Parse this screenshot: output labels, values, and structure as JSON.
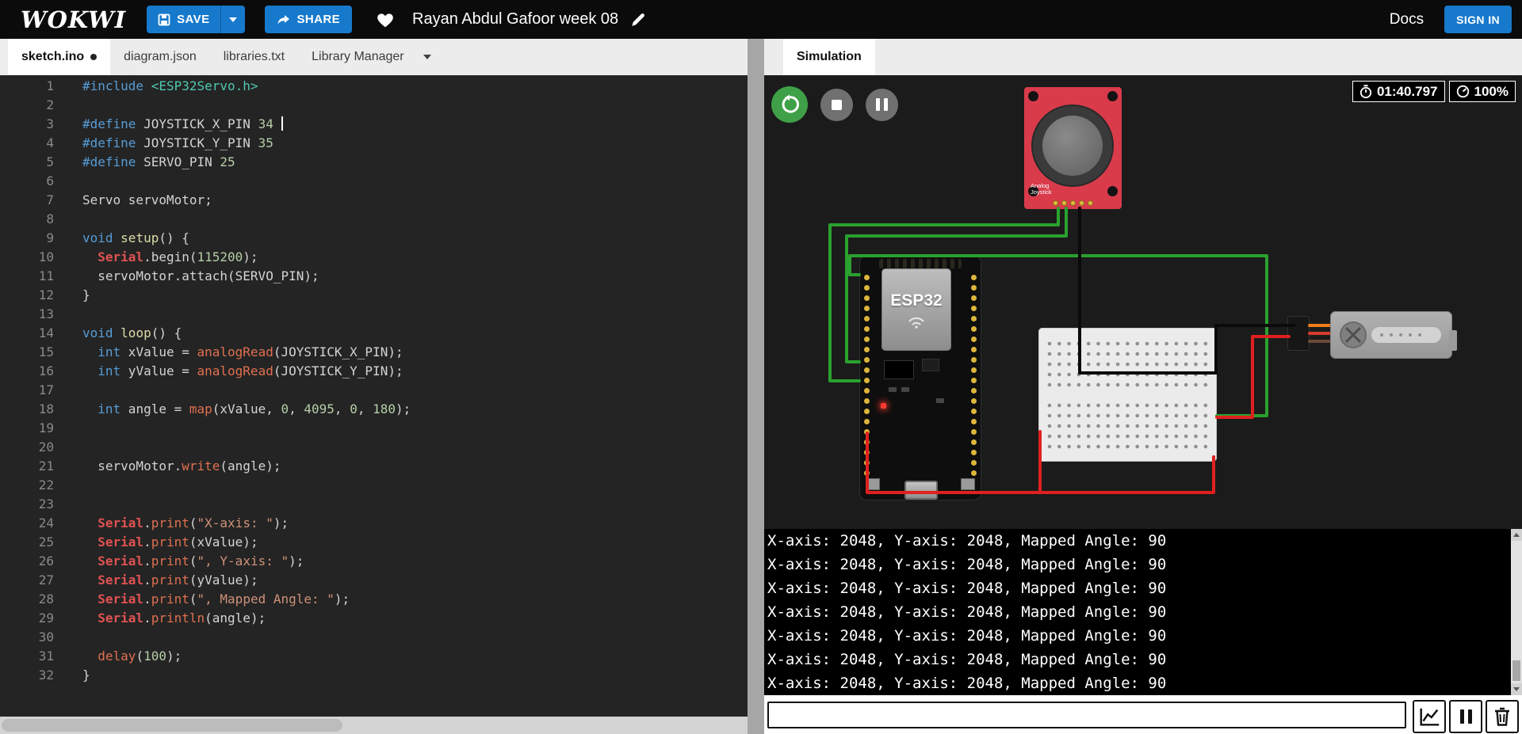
{
  "colors": {
    "accent_blue": "#1779cc",
    "topbar_bg": "#0b0b0b",
    "editor_bg": "#242424",
    "sim_bg": "#1b1b1b",
    "run_green": "#3fa047",
    "joystick_red": "#d93b4b",
    "wire_green": "#2aa12e",
    "wire_red": "#e02020",
    "wire_black": "#0a0a0a"
  },
  "topbar": {
    "logo": "WOKWI",
    "save_label": "SAVE",
    "share_label": "SHARE",
    "project_title": "Rayan Abdul Gafoor week 08",
    "docs_label": "Docs",
    "signin_label": "SIGN IN"
  },
  "editor": {
    "tabs": [
      {
        "label": "sketch.ino",
        "modified": true,
        "active": true
      },
      {
        "label": "diagram.json"
      },
      {
        "label": "libraries.txt"
      },
      {
        "label": "Library Manager"
      }
    ],
    "lines": [
      {
        "n": "1",
        "s": [
          [
            "pp",
            "#include "
          ],
          [
            "inc",
            "<ESP32Servo.h>"
          ]
        ]
      },
      {
        "n": "2",
        "s": []
      },
      {
        "n": "3",
        "s": [
          [
            "pp",
            "#define "
          ],
          [
            "pl",
            "JOYSTICK_X_PIN "
          ],
          [
            "nu",
            "34"
          ],
          [
            "pl",
            " "
          ]
        ],
        "cursor": true
      },
      {
        "n": "4",
        "s": [
          [
            "pp",
            "#define "
          ],
          [
            "pl",
            "JOYSTICK_Y_PIN "
          ],
          [
            "nu",
            "35"
          ]
        ]
      },
      {
        "n": "5",
        "s": [
          [
            "pp",
            "#define "
          ],
          [
            "pl",
            "SERVO_PIN "
          ],
          [
            "nu",
            "25"
          ]
        ]
      },
      {
        "n": "6",
        "s": []
      },
      {
        "n": "7",
        "s": [
          [
            "pl",
            "Servo servoMotor;"
          ]
        ]
      },
      {
        "n": "8",
        "s": []
      },
      {
        "n": "9",
        "s": [
          [
            "kw",
            "void "
          ],
          [
            "fn",
            "setup"
          ],
          [
            "pl",
            "() {"
          ]
        ]
      },
      {
        "n": "10",
        "s": [
          [
            "pl",
            "  "
          ],
          [
            "sr",
            "Serial"
          ],
          [
            "pl",
            ".begin("
          ],
          [
            "nu",
            "115200"
          ],
          [
            "pl",
            ");"
          ]
        ]
      },
      {
        "n": "11",
        "s": [
          [
            "pl",
            "  servoMotor.attach(SERVO_PIN);"
          ]
        ]
      },
      {
        "n": "12",
        "s": [
          [
            "pl",
            "}"
          ]
        ]
      },
      {
        "n": "13",
        "s": []
      },
      {
        "n": "14",
        "s": [
          [
            "kw",
            "void "
          ],
          [
            "fn",
            "loop"
          ],
          [
            "pl",
            "() {"
          ]
        ]
      },
      {
        "n": "15",
        "s": [
          [
            "pl",
            "  "
          ],
          [
            "kw",
            "int"
          ],
          [
            "pl",
            " xValue = "
          ],
          [
            "bi",
            "analogRead"
          ],
          [
            "pl",
            "(JOYSTICK_X_PIN);"
          ]
        ]
      },
      {
        "n": "16",
        "s": [
          [
            "pl",
            "  "
          ],
          [
            "kw",
            "int"
          ],
          [
            "pl",
            " yValue = "
          ],
          [
            "bi",
            "analogRead"
          ],
          [
            "pl",
            "(JOYSTICK_Y_PIN);"
          ]
        ]
      },
      {
        "n": "17",
        "s": []
      },
      {
        "n": "18",
        "s": [
          [
            "pl",
            "  "
          ],
          [
            "kw",
            "int"
          ],
          [
            "pl",
            " angle = "
          ],
          [
            "bi",
            "map"
          ],
          [
            "pl",
            "(xValue, "
          ],
          [
            "nu",
            "0"
          ],
          [
            "pl",
            ", "
          ],
          [
            "nu",
            "4095"
          ],
          [
            "pl",
            ", "
          ],
          [
            "nu",
            "0"
          ],
          [
            "pl",
            ", "
          ],
          [
            "nu",
            "180"
          ],
          [
            "pl",
            ");"
          ]
        ]
      },
      {
        "n": "19",
        "s": []
      },
      {
        "n": "20",
        "s": []
      },
      {
        "n": "21",
        "s": [
          [
            "pl",
            "  servoMotor."
          ],
          [
            "bi",
            "write"
          ],
          [
            "pl",
            "(angle);"
          ]
        ]
      },
      {
        "n": "22",
        "s": []
      },
      {
        "n": "23",
        "s": []
      },
      {
        "n": "24",
        "s": [
          [
            "pl",
            "  "
          ],
          [
            "sr",
            "Serial"
          ],
          [
            "pl",
            "."
          ],
          [
            "bi",
            "print"
          ],
          [
            "pl",
            "("
          ],
          [
            "st",
            "\"X-axis: \""
          ],
          [
            "pl",
            ");"
          ]
        ]
      },
      {
        "n": "25",
        "s": [
          [
            "pl",
            "  "
          ],
          [
            "sr",
            "Serial"
          ],
          [
            "pl",
            "."
          ],
          [
            "bi",
            "print"
          ],
          [
            "pl",
            "(xValue);"
          ]
        ]
      },
      {
        "n": "26",
        "s": [
          [
            "pl",
            "  "
          ],
          [
            "sr",
            "Serial"
          ],
          [
            "pl",
            "."
          ],
          [
            "bi",
            "print"
          ],
          [
            "pl",
            "("
          ],
          [
            "st",
            "\", Y-axis: \""
          ],
          [
            "pl",
            ");"
          ]
        ]
      },
      {
        "n": "27",
        "s": [
          [
            "pl",
            "  "
          ],
          [
            "sr",
            "Serial"
          ],
          [
            "pl",
            "."
          ],
          [
            "bi",
            "print"
          ],
          [
            "pl",
            "(yValue);"
          ]
        ]
      },
      {
        "n": "28",
        "s": [
          [
            "pl",
            "  "
          ],
          [
            "sr",
            "Serial"
          ],
          [
            "pl",
            "."
          ],
          [
            "bi",
            "print"
          ],
          [
            "pl",
            "("
          ],
          [
            "st",
            "\", Mapped Angle: \""
          ],
          [
            "pl",
            ");"
          ]
        ]
      },
      {
        "n": "29",
        "s": [
          [
            "pl",
            "  "
          ],
          [
            "sr",
            "Serial"
          ],
          [
            "pl",
            "."
          ],
          [
            "bi",
            "println"
          ],
          [
            "pl",
            "(angle);"
          ]
        ]
      },
      {
        "n": "30",
        "s": []
      },
      {
        "n": "31",
        "s": [
          [
            "pl",
            "  "
          ],
          [
            "bi",
            "delay"
          ],
          [
            "pl",
            "("
          ],
          [
            "nu",
            "100"
          ],
          [
            "pl",
            ");"
          ]
        ]
      },
      {
        "n": "32",
        "s": [
          [
            "pl",
            "}"
          ]
        ]
      }
    ]
  },
  "simulation": {
    "tab_label": "Simulation",
    "status": {
      "time": "01:40.797",
      "performance": "100%"
    },
    "components": {
      "joystick_label": "Analog\nJoystick",
      "esp32_label": "ESP32"
    },
    "serial_monitor": {
      "lines": [
        "X-axis: 2048, Y-axis: 2048, Mapped Angle: 90",
        "X-axis: 2048, Y-axis: 2048, Mapped Angle: 90",
        "X-axis: 2048, Y-axis: 2048, Mapped Angle: 90",
        "X-axis: 2048, Y-axis: 2048, Mapped Angle: 90",
        "X-axis: 2048, Y-axis: 2048, Mapped Angle: 90",
        "X-axis: 2048, Y-axis: 2048, Mapped Angle: 90",
        "X-axis: 2048, Y-axis: 2048, Mapped Angle: 90"
      ],
      "input_value": ""
    }
  }
}
